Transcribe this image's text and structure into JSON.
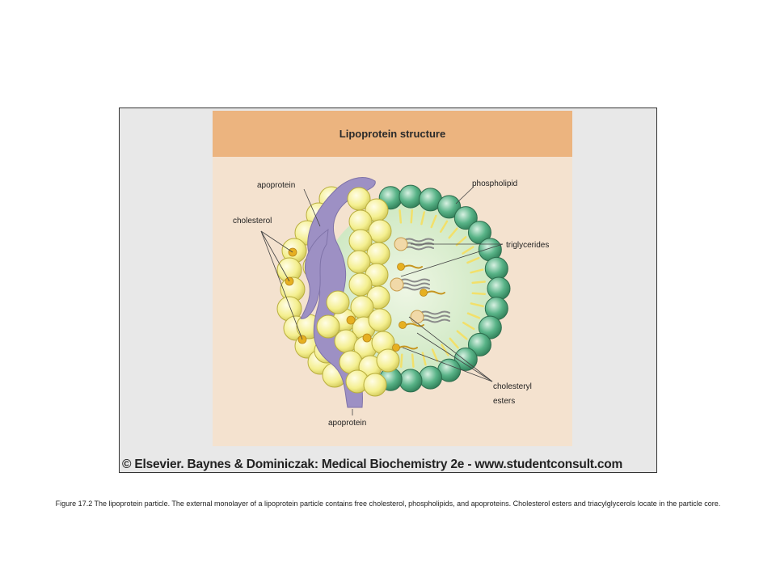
{
  "diagram": {
    "title": "Lipoprotein structure",
    "labels": {
      "apoprotein_top": "apoprotein",
      "phospholipid": "phospholipid",
      "cholesterol": "cholesterol",
      "triglycerides": "triglycerides",
      "cholesteryl_line1": "cholesteryl",
      "cholesteryl_line2": "esters",
      "apoprotein_bottom": "apoprotein"
    },
    "colors": {
      "header": "#ecb47f",
      "panel": "#f4e2cf",
      "phospholipid_head": "#4aa37a",
      "cholesterol_sphere": "#f3ee8c",
      "apoprotein": "#9d90c4",
      "core": "#d6ecc9",
      "ester_head": "#e6b021"
    }
  },
  "copyright": "© Elsevier. Baynes & Dominiczak: Medical Biochemistry 2e - www.studentconsult.com",
  "caption": "Figure 17.2 The lipoprotein particle. The external monolayer of a lipoprotein particle contains free cholesterol, phospholipids, and apoproteins. Cholesterol esters and triacylglycerols locate in the particle core."
}
